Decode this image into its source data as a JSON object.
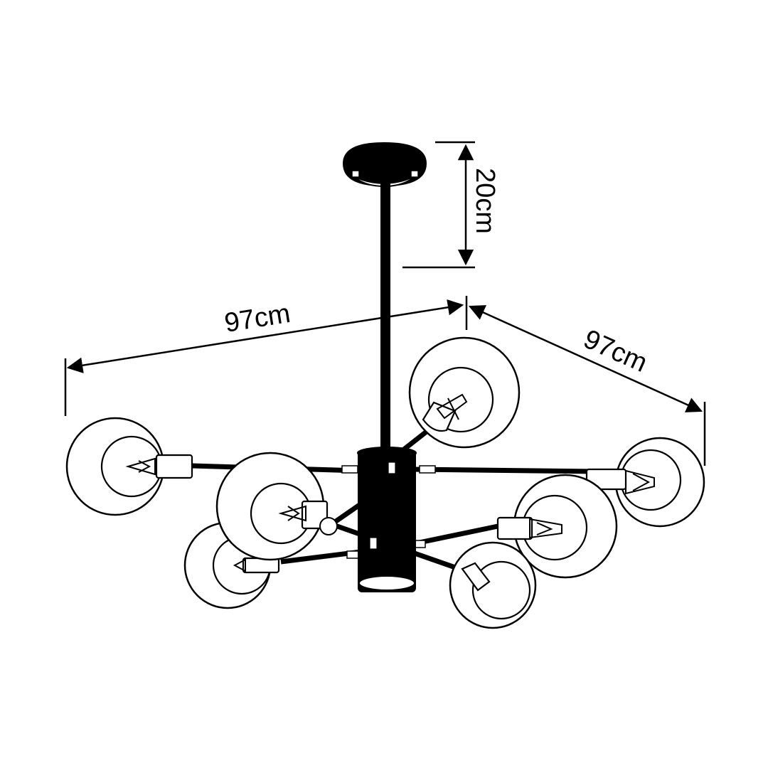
{
  "diagram": {
    "dimensions": {
      "height_label": "20cm",
      "width_label_left": "97cm",
      "width_label_right": "97cm"
    },
    "colors": {
      "ink": "#000000",
      "paper": "#ffffff"
    }
  }
}
